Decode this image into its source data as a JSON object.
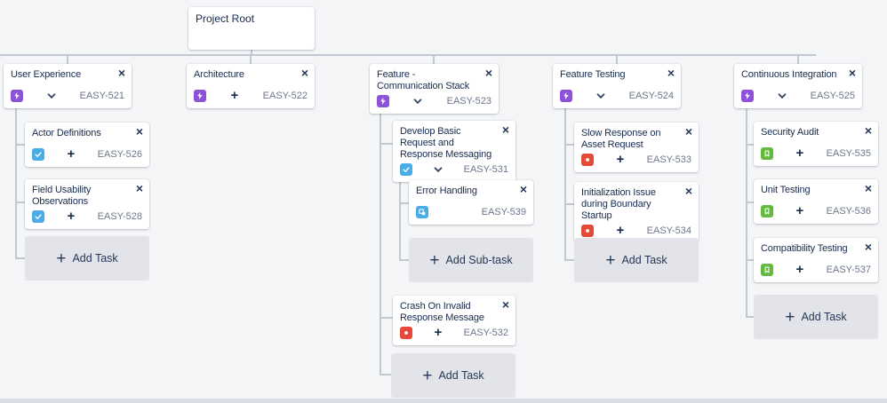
{
  "app": {
    "background": "#f4f5f7",
    "connector_color": "#c2c8d1"
  },
  "glyphs": {
    "close": "×",
    "plus": "+"
  },
  "issue_type_colors": {
    "epic": "#8d52d9",
    "task": "#4bade8",
    "subtask": "#4bade8",
    "bug": "#e5493a",
    "story": "#63ba3c"
  },
  "root_card": {
    "title": "Project Root"
  },
  "columns": [
    {
      "epic": {
        "title": "User Experience",
        "key": "EASY-521",
        "type": "epic",
        "control": "chevron"
      },
      "items": [
        {
          "title": "Actor Definitions",
          "key": "EASY-526",
          "type": "task",
          "control": "plus"
        },
        {
          "title": "Field Usability Observations",
          "key": "EASY-528",
          "type": "task",
          "control": "plus"
        }
      ],
      "add_button": "Add Task"
    },
    {
      "epic": {
        "title": "Architecture",
        "key": "EASY-522",
        "type": "epic",
        "control": "plus"
      },
      "items": []
    },
    {
      "epic": {
        "title": "Feature - Communication Stack",
        "key": "EASY-523",
        "type": "epic",
        "control": "chevron"
      },
      "items": [
        {
          "title": "Develop Basic Request and Response Messaging",
          "key": "EASY-531",
          "type": "task",
          "control": "chevron"
        },
        {
          "title": "Error Handling",
          "key": "EASY-539",
          "type": "subtask",
          "control": "none"
        },
        {
          "title": "Crash On Invalid Response Message",
          "key": "EASY-532",
          "type": "bug",
          "control": "plus"
        }
      ],
      "add_subtask_button": "Add Sub-task",
      "add_button": "Add Task"
    },
    {
      "epic": {
        "title": "Feature Testing",
        "key": "EASY-524",
        "type": "epic",
        "control": "chevron"
      },
      "items": [
        {
          "title": "Slow Response on Asset Request",
          "key": "EASY-533",
          "type": "bug",
          "control": "plus"
        },
        {
          "title": "Initialization Issue during Boundary Startup",
          "key": "EASY-534",
          "type": "bug",
          "control": "plus"
        }
      ],
      "add_button": "Add Task"
    },
    {
      "epic": {
        "title": "Continuous Integration",
        "key": "EASY-525",
        "type": "epic",
        "control": "chevron"
      },
      "items": [
        {
          "title": "Security Audit",
          "key": "EASY-535",
          "type": "story",
          "control": "plus"
        },
        {
          "title": "Unit Testing",
          "key": "EASY-536",
          "type": "story",
          "control": "plus"
        },
        {
          "title": "Compatibility Testing",
          "key": "EASY-537",
          "type": "story",
          "control": "plus"
        }
      ],
      "add_button": "Add Task"
    }
  ]
}
